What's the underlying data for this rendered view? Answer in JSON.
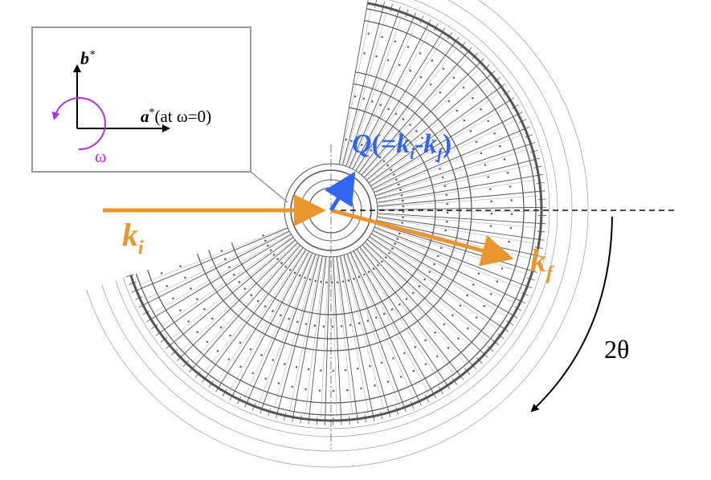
{
  "inset": {
    "b_axis_label": "b",
    "b_axis_sup": "*",
    "a_axis_label": "a",
    "a_axis_sup": "*",
    "a_axis_note": "(at ω=0)",
    "omega_label": "ω"
  },
  "vectors": {
    "ki_main": "k",
    "ki_sub": "i",
    "kf_main": "k",
    "kf_sub": "f",
    "q_main": "Q",
    "q_open": "(=",
    "q_ki_main": "k",
    "q_ki_sub": "i",
    "q_minus": "-",
    "q_kf_main": "k",
    "q_kf_sub": "f",
    "q_close": ")"
  },
  "angle_label": "2θ",
  "colors": {
    "k_vectors": "#E8962E",
    "q_vector": "#3366EE",
    "omega": "#B030E0",
    "inset_border": "#9a9a9a",
    "drawing": "#555555"
  }
}
